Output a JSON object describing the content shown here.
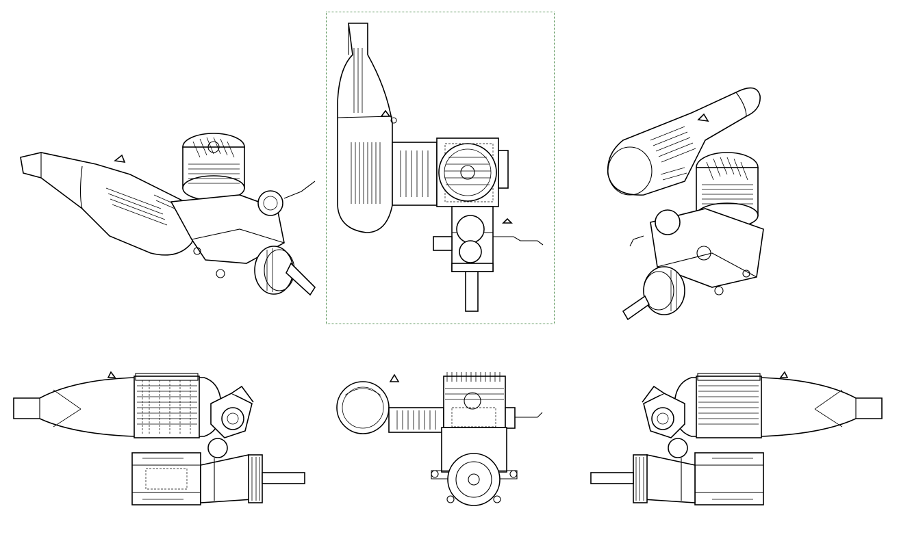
{
  "canvas": {
    "background": "#ffffff",
    "line_color": "#000000",
    "selection_color": "#4a8a4a"
  },
  "views": [
    {
      "id": "iso-left",
      "icon": "engine-isometric-left-drawing"
    },
    {
      "id": "top",
      "icon": "engine-top-view-drawing",
      "selected": true
    },
    {
      "id": "iso-right",
      "icon": "engine-isometric-right-drawing"
    },
    {
      "id": "side-left",
      "icon": "engine-side-left-drawing"
    },
    {
      "id": "front",
      "icon": "engine-front-view-drawing"
    },
    {
      "id": "side-right",
      "icon": "engine-side-right-drawing"
    }
  ]
}
